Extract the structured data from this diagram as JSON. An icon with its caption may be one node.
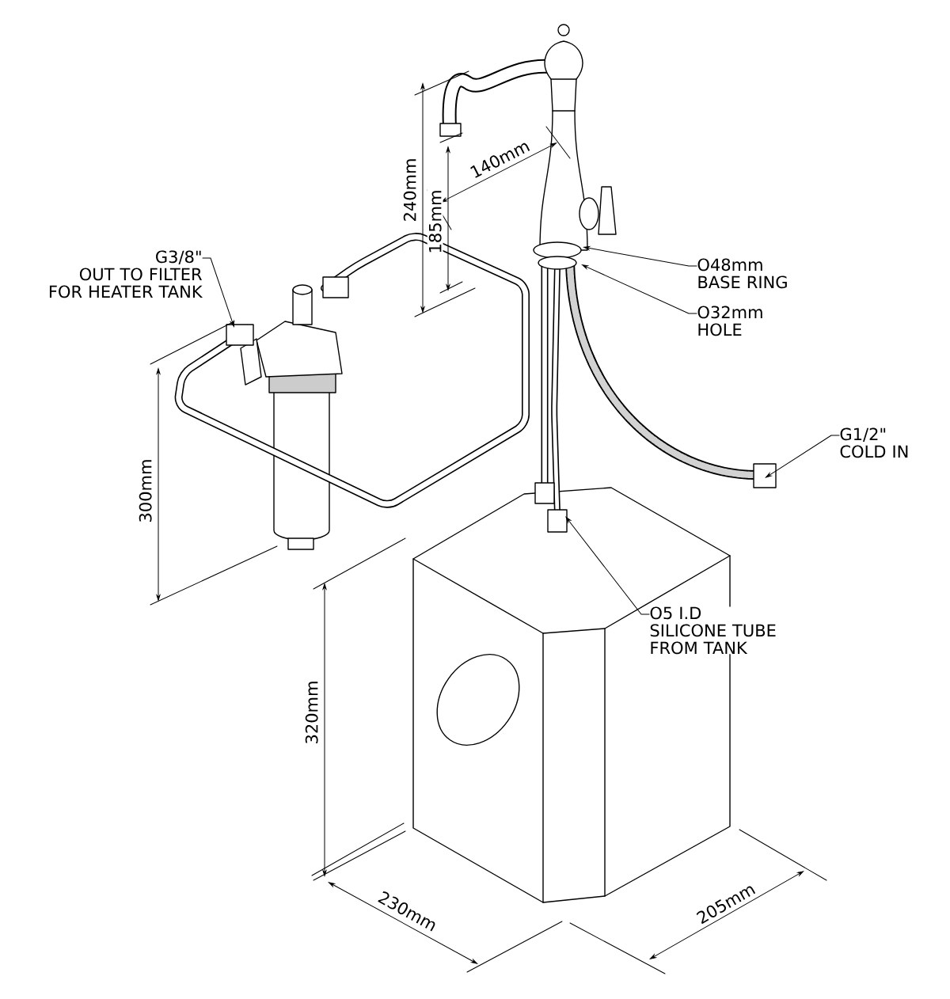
{
  "diagram": {
    "nodes": [
      {
        "text": [
          "G3/8\"",
          "OUT TO FILTER FOR HEATER TANK"
        ]
      },
      {
        "text": [
          "O48mm",
          "BASE RING"
        ]
      },
      {
        "text": [
          "O32mm",
          "HOLE"
        ]
      },
      {
        "text": [
          "G1/2\"",
          "COLD IN"
        ]
      },
      {
        "text": [
          "O5 I.D",
          "SILICONE TUBE FROM TANK"
        ]
      }
    ],
    "edges": [
      {
        "from": 0,
        "to": null,
        "arrow": "to"
      },
      {
        "from": 1,
        "to": null,
        "arrow": "to"
      },
      {
        "from": 2,
        "to": null,
        "arrow": "to"
      },
      {
        "from": 3,
        "to": null,
        "arrow": "to"
      },
      {
        "from": 4,
        "to": null,
        "arrow": "to"
      }
    ],
    "labels": [
      "240mm",
      "185mm",
      "140mm",
      "300mm",
      "320mm",
      "230mm",
      "205mm"
    ]
  }
}
